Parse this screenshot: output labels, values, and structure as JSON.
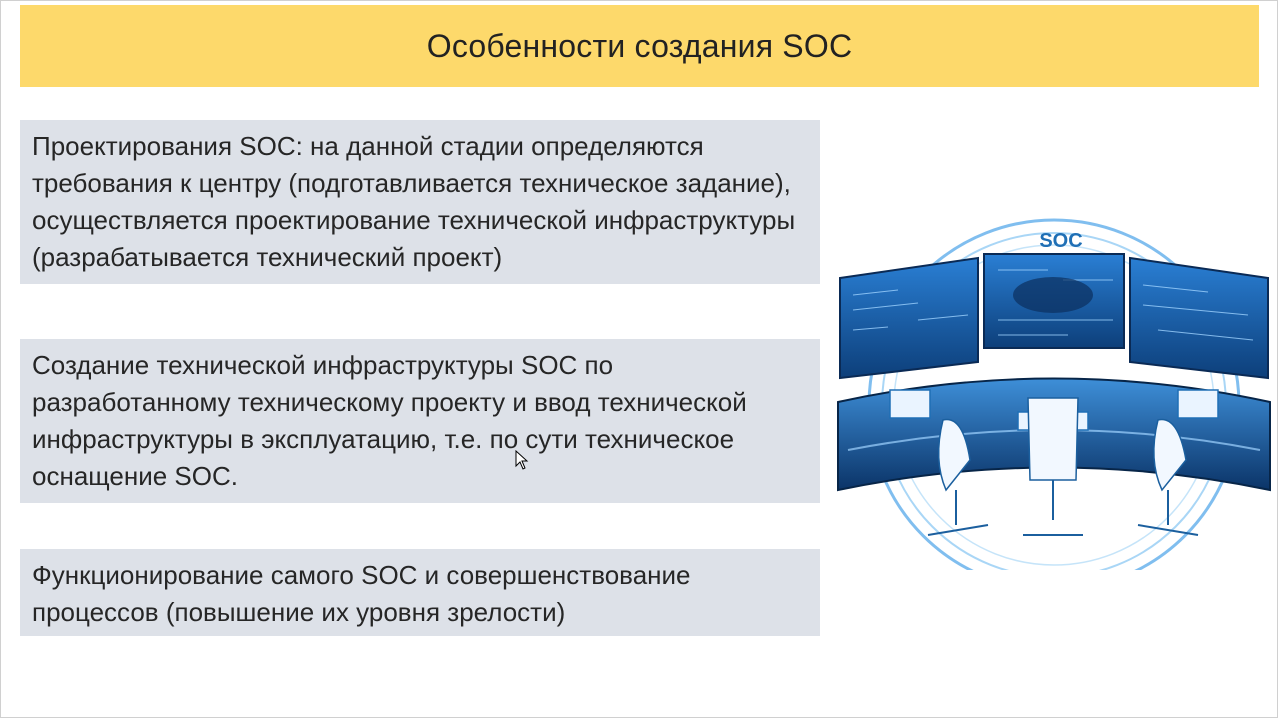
{
  "slide": {
    "title": "Особенности создания SOC",
    "items": [
      {
        "text": "Проектирования SOC: на данной стадии определяются требования к центру (подготавливается техническое задание), осуществляется проектирование технической инфраструктуры (разрабатывается технический проект)"
      },
      {
        "text": "Создание технической инфраструктуры SOC по разработанному техническому проекту и ввод технической инфраструктуры в эксплуатацию, т.е. по сути техническое оснащение SOC."
      },
      {
        "text": "Функционирование самого SOC и совершенствование процессов (повышение их уровня зрелости)"
      }
    ]
  },
  "illustration": {
    "label": "SOC",
    "icon": "soc-control-room-illustration"
  },
  "colors": {
    "title_bg": "#fdd96b",
    "box_bg": "#dde1e8",
    "accent_blue": "#1f6fb5"
  }
}
